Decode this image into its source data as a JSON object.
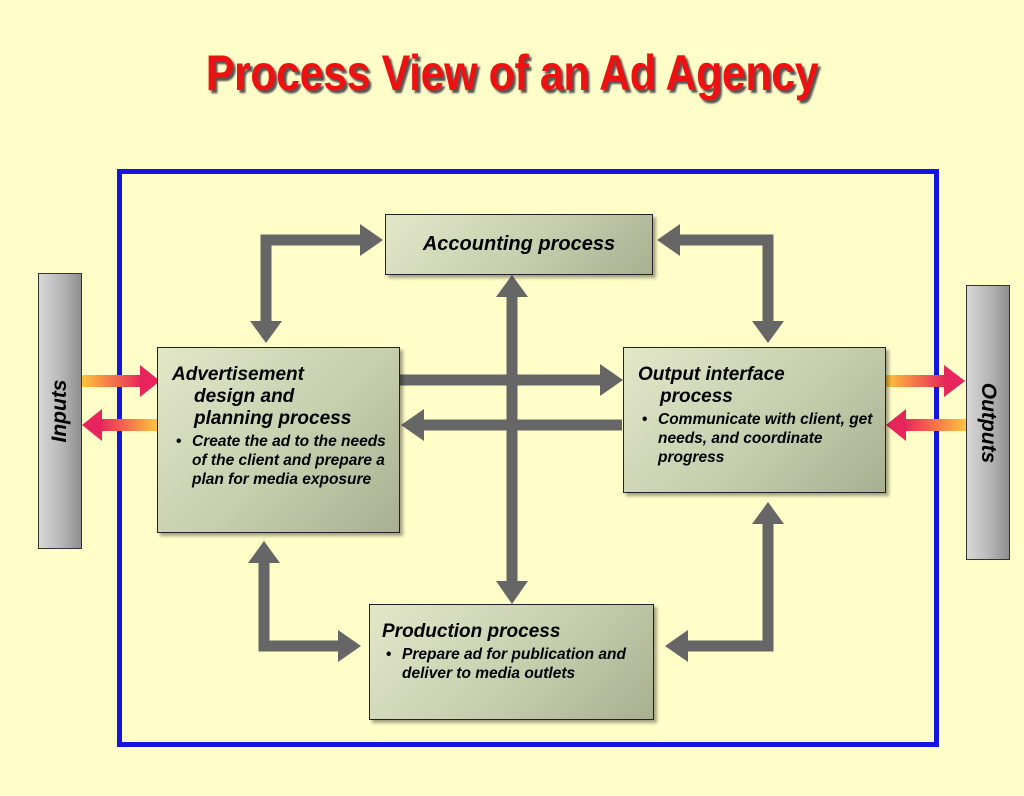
{
  "title": "Process View of an Ad Agency",
  "side_labels": {
    "inputs": "Inputs",
    "outputs": "Outputs"
  },
  "boxes": {
    "accounting": {
      "title": "Accounting process"
    },
    "advertisement": {
      "title_line1": "Advertisement",
      "title_line2": "design and",
      "title_line3": "planning process",
      "bullet": "Create the ad to the needs of the client and prepare a plan for media exposure"
    },
    "output_interface": {
      "title_line1": "Output interface",
      "title_line2": "process",
      "bullet": "Communicate with client, get needs, and coordinate progress"
    },
    "production": {
      "title": "Production process",
      "bullet": "Prepare ad for publication and deliver to media outlets"
    }
  },
  "bullet_symbol": "•",
  "colors": {
    "background": "#fffdc8",
    "title": "#ee1111",
    "frame": "#1515e0",
    "arrow": "#666666",
    "io_arrow_start": "#ffc43a",
    "io_arrow_end": "#e8245c"
  }
}
